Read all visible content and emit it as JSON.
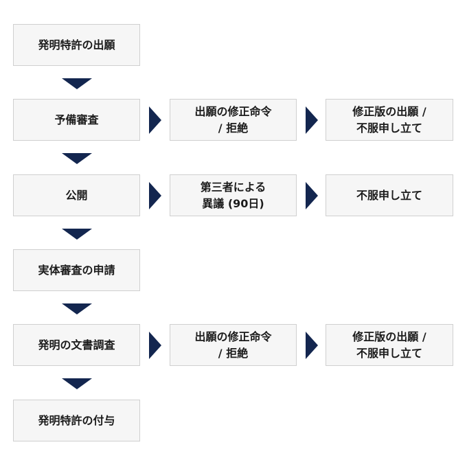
{
  "colors": {
    "arrow": "#13264f",
    "box_fill": "#f6f6f6",
    "box_border": "#cfcfcf",
    "text": "#1b1b1b"
  },
  "icons": {
    "down": "triangle-down-icon",
    "right": "triangle-right-icon"
  },
  "steps": {
    "filing": "発明特許の出願",
    "preliminary_exam": "予備審査",
    "publication": "公開",
    "substantive_request": "実体審査の申請",
    "document_search": "発明の文書調査",
    "grant": "発明特許の付与"
  },
  "branches": {
    "preliminary": {
      "action": "出願の修正命令\n/ 拒絶",
      "response": "修正版の出願 /\n不服申し立て"
    },
    "publication": {
      "action": "第三者による\n異議 (90日)",
      "response": "不服申し立て"
    },
    "search": {
      "action": "出願の修正命令\n/ 拒絶",
      "response": "修正版の出願 /\n不服申し立て"
    }
  }
}
